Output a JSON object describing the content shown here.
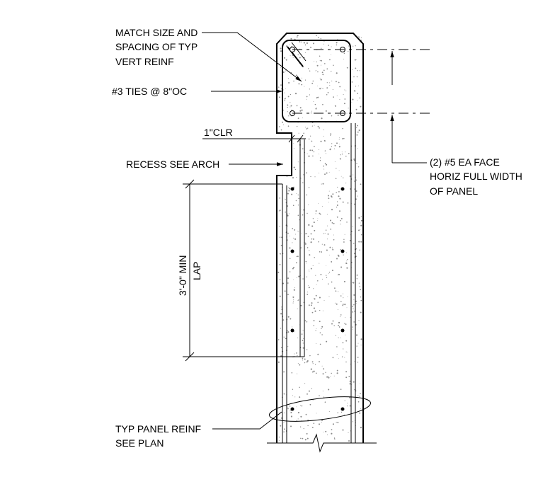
{
  "callouts": {
    "match_line1": "MATCH SIZE AND",
    "match_line2": "SPACING OF TYP",
    "match_line3": "VERT REINF",
    "ties": "#3 TIES @ 8\"OC",
    "clr": "1\"CLR",
    "recess": "RECESS SEE ARCH",
    "lap_line1": "3'-0\" MIN",
    "lap_line2": "LAP",
    "horiz_line1": "(2) #5 EA FACE",
    "horiz_line2": "HORIZ FULL WIDTH",
    "horiz_line3": "OF PANEL",
    "typ_line1": "TYP PANEL REINF",
    "typ_line2": "SEE PLAN"
  }
}
